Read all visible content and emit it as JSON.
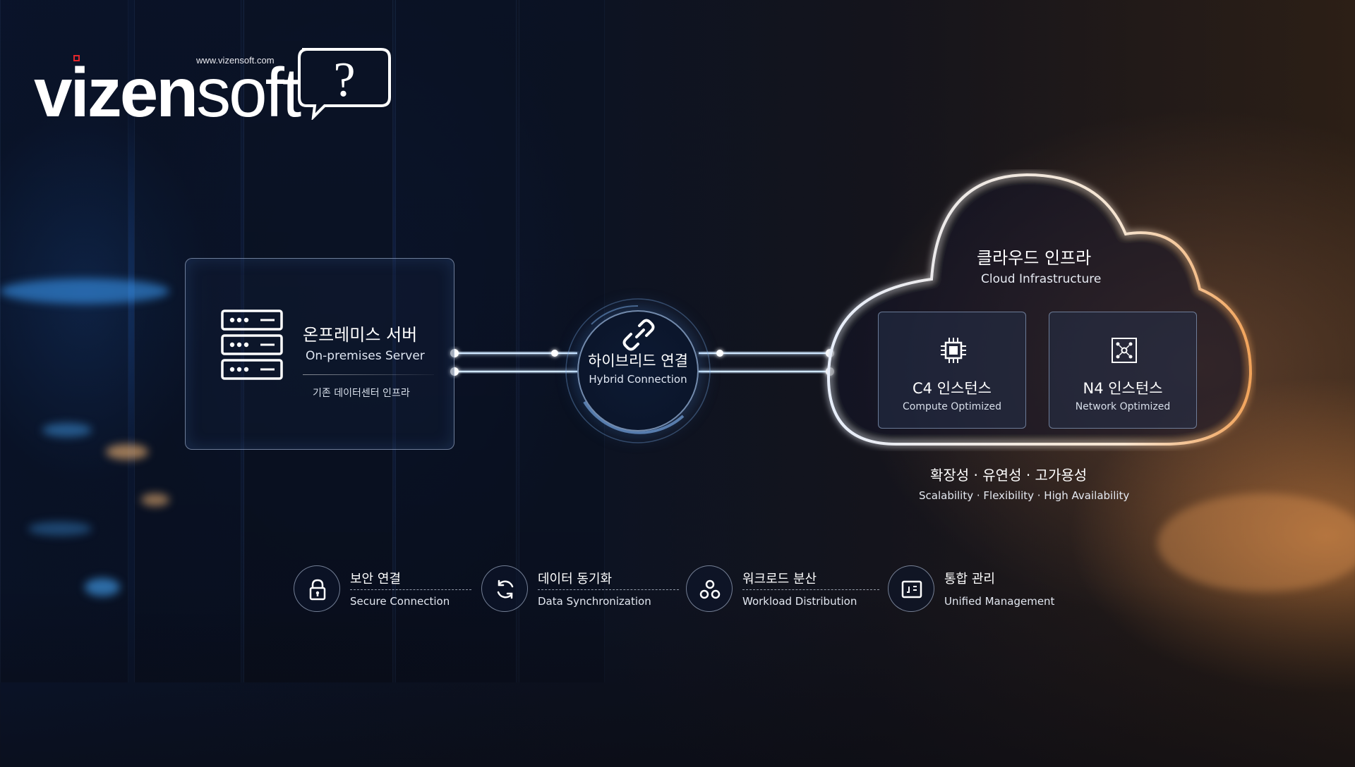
{
  "logo": {
    "url": "www.vizensoft.com",
    "word_bold": "vizen",
    "word_light": "soft",
    "bubble_glyph": "?",
    "accent_color": "#e2262b"
  },
  "onprem": {
    "title_ko": "온프레미스 서버",
    "title_en": "On-premises Server",
    "subtitle": "기존 데이터센터 인프라",
    "icon": "server-stack-icon"
  },
  "hybrid": {
    "title_ko": "하이브리드 연결",
    "title_en": "Hybrid Connection",
    "icon": "link-icon"
  },
  "cloud": {
    "title_ko": "클라우드 인프라",
    "title_en": "Cloud Infrastructure",
    "instances": [
      {
        "name": "C4 인스턴스",
        "desc": "Compute Optimized",
        "icon": "cpu-chip-icon"
      },
      {
        "name": "N4 인스턴스",
        "desc": "Network Optimized",
        "icon": "network-icon"
      }
    ],
    "traits_ko": "확장성 · 유연성 · 고가용성",
    "traits_en": "Scalability · Flexibility · High Availability"
  },
  "features": [
    {
      "ko": "보안 연결",
      "en": "Secure Connection",
      "icon": "lock-icon"
    },
    {
      "ko": "데이터 동기화",
      "en": "Data Synchronization",
      "icon": "sync-icon"
    },
    {
      "ko": "워크로드 분산",
      "en": "Workload Distribution",
      "icon": "distribution-icon"
    },
    {
      "ko": "통합 관리",
      "en": "Unified Management",
      "icon": "dashboard-icon"
    }
  ],
  "colors": {
    "glow_blue": "#6cc4ff",
    "glow_warm": "#f0a45c"
  }
}
